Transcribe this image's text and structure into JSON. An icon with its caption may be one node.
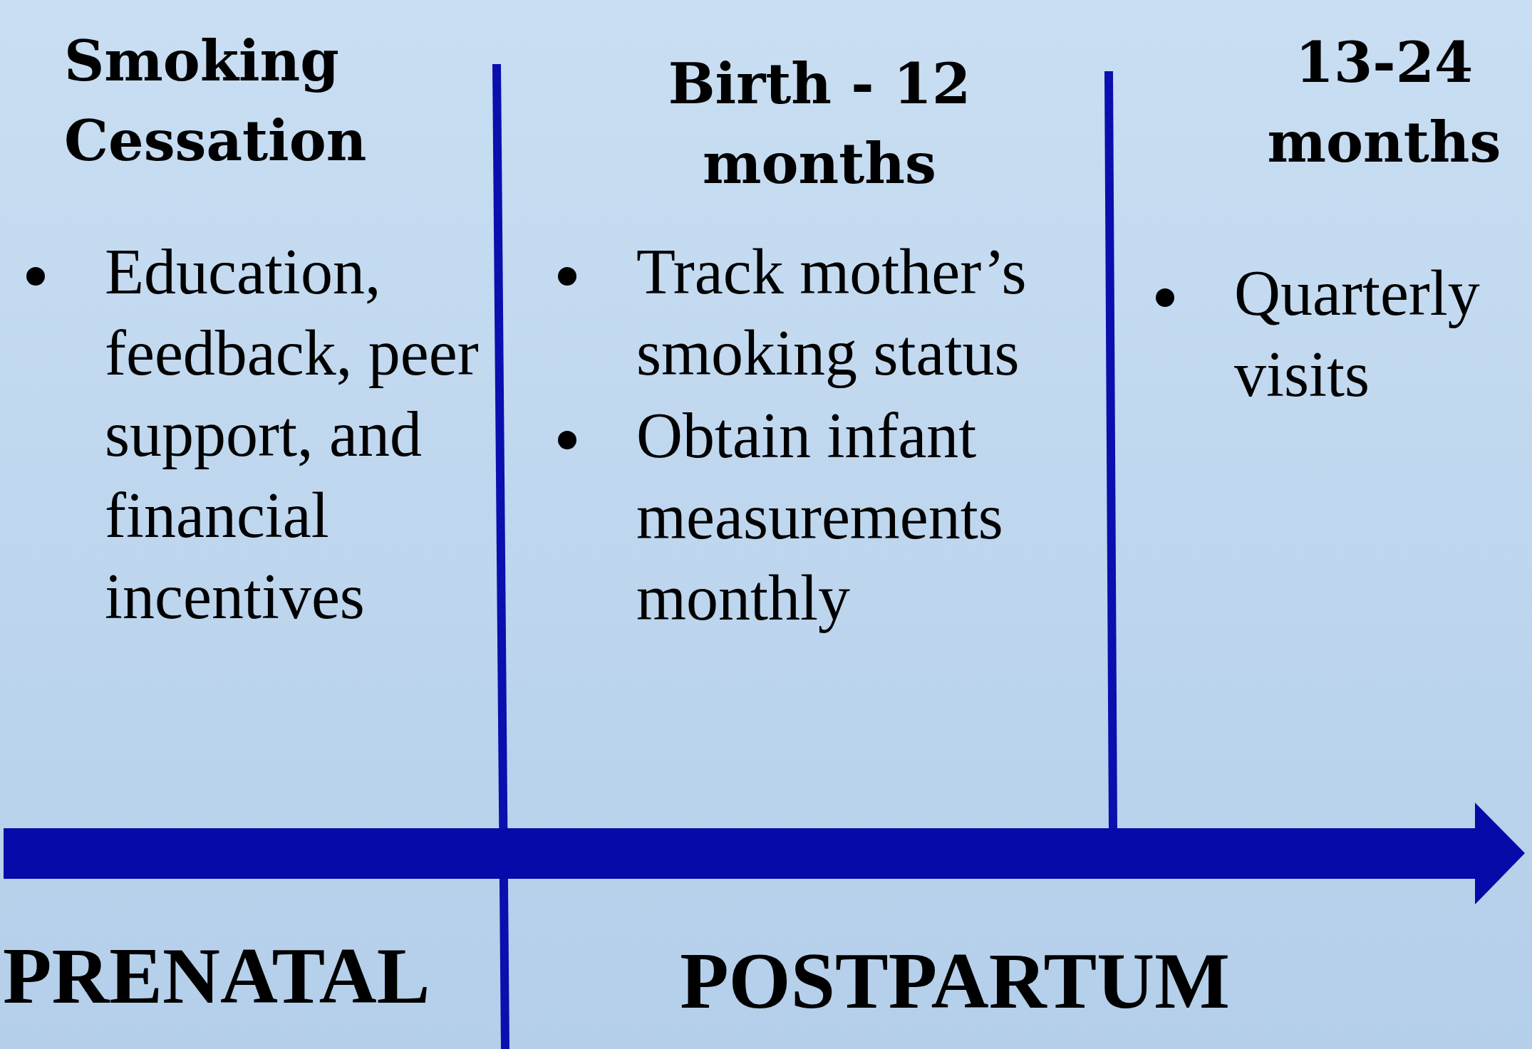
{
  "diagram": {
    "labels": [
      "Smoking Cessation",
      "Education, feedback, peer support, and financial incentives",
      "Birth - 12 months",
      "Track mother’s smoking status",
      "Obtain infant measurements monthly",
      "13-24 months",
      "Quarterly visits",
      "PRENATAL",
      "POSTPARTUM"
    ]
  }
}
